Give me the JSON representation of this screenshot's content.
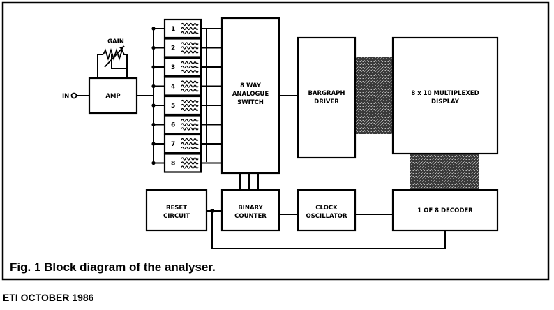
{
  "input_label": "IN",
  "gain_label": "GAIN",
  "amp_label": "AMP",
  "filter_channels": [
    "1",
    "2",
    "3",
    "4",
    "5",
    "6",
    "7",
    "8"
  ],
  "switch_label": [
    "8 WAY",
    "ANALOGUE",
    "SWITCH"
  ],
  "bargraph_label": [
    "BARGRAPH",
    "DRIVER"
  ],
  "display_label": [
    "8 x 10 MULTIPLEXED",
    "DISPLAY"
  ],
  "reset_label": [
    "RESET",
    "CIRCUIT"
  ],
  "counter_label": [
    "BINARY",
    "COUNTER"
  ],
  "clock_label": [
    "CLOCK",
    "OSCILLATOR"
  ],
  "decoder_label": "1 OF 8 DECODER",
  "caption": "Fig. 1 Block diagram of the analyser.",
  "footer": "ETI OCTOBER 1986"
}
